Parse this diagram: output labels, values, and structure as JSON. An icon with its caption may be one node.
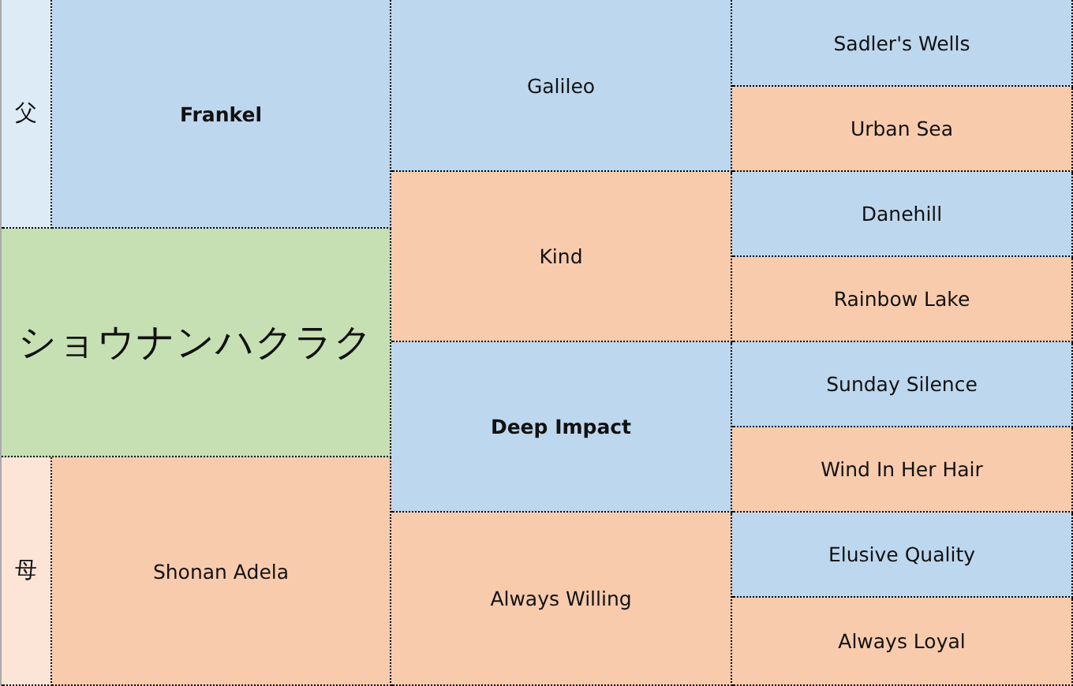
{
  "diagram": {
    "nodes": [
      {
        "text": [
          "父"
        ]
      },
      {
        "text": [
          "Frankel"
        ]
      },
      {
        "text": [
          "Galileo"
        ]
      },
      {
        "text": [
          "Sadler's Wells"
        ]
      },
      {
        "text": [
          "Urban Sea"
        ]
      },
      {
        "text": [
          "Kind"
        ]
      },
      {
        "text": [
          "Danehill"
        ]
      },
      {
        "text": [
          "Rainbow Lake"
        ]
      },
      {
        "text": [
          "ショウナンハクラク"
        ]
      },
      {
        "text": [
          "Deep Impact"
        ]
      },
      {
        "text": [
          "Sunday Silence"
        ]
      },
      {
        "text": [
          "Wind In Her Hair"
        ]
      },
      {
        "text": [
          "母"
        ]
      },
      {
        "text": [
          "Shonan Adela"
        ]
      },
      {
        "text": [
          "Always Willing"
        ]
      },
      {
        "text": [
          "Elusive Quality"
        ]
      },
      {
        "text": [
          "Always Loyal"
        ]
      }
    ]
  }
}
